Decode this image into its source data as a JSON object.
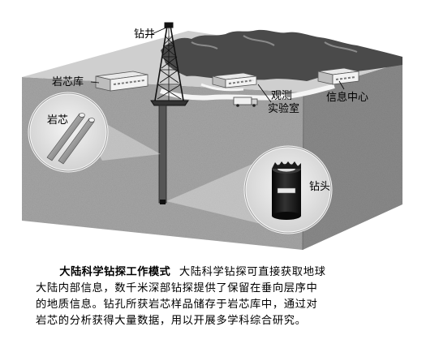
{
  "labels": {
    "drill_well": "钻井",
    "core_storage": "岩芯库",
    "core": "岩芯",
    "lab_line1": "观测",
    "lab_line2": "实验室",
    "info_center": "信息中心",
    "drill_bit": "钻头"
  },
  "caption": {
    "title": "大陆科学钻探工作模式",
    "line1_rest": "大陆科学钻探可直接获取地球",
    "line2": "大陆内部信息，数千米深部钻探提供了保留在垂向层序中",
    "line3": "的地质信息。钻孔所获岩芯样品储存于岩芯库中，通过对",
    "line4": "岩芯的分析获得大量数据，用以开展多学科综合研究。"
  },
  "colors": {
    "block_front": "#a8a8a8",
    "block_side": "#8c8c8c",
    "surface": "#cfcfcf",
    "mountain": "#4a4a4a",
    "bit": "#161616"
  }
}
